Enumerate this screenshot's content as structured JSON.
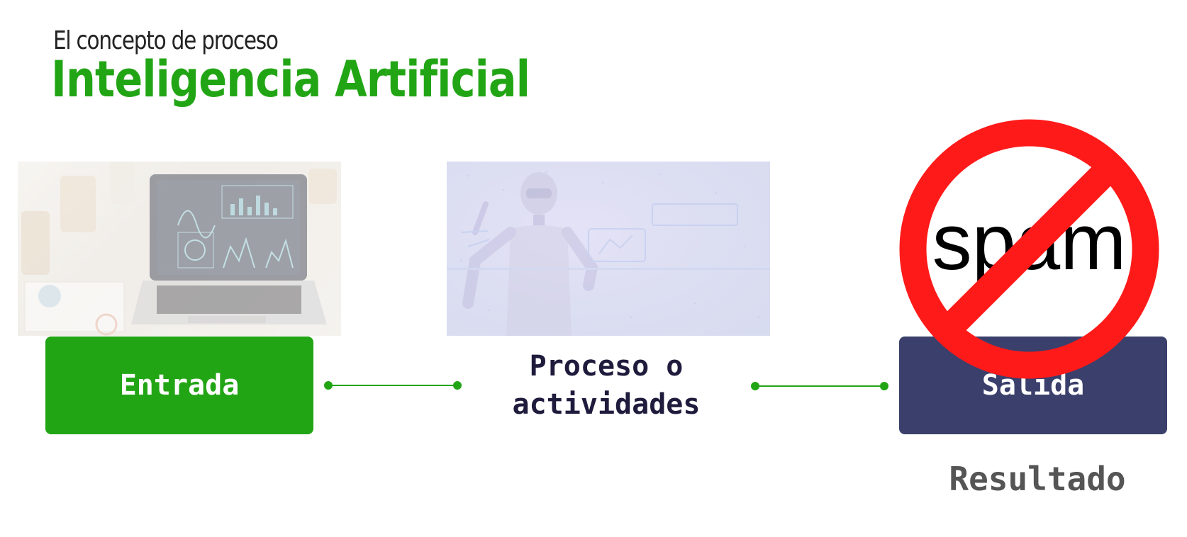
{
  "header": {
    "subtitle": "El concepto de proceso",
    "title": "Inteligencia Artificial"
  },
  "flow": {
    "input_label": "Entrada",
    "process_line1": "Proceso o",
    "process_line2": "actividades",
    "output_label": "Salida",
    "result_label": "Resultado"
  },
  "sign": {
    "text": "spam",
    "icon": "no-spam-prohibition-sign"
  },
  "images": {
    "input_photo": "laptop-dashboard-photo",
    "process_photo": "humanoid-robot-hologram-photo"
  },
  "colors": {
    "accent_green": "#22a515",
    "output_navy": "#3b3f6b",
    "process_text": "#1f1b3c",
    "prohibition_red": "#ff1a1a",
    "result_gray": "#555555"
  }
}
